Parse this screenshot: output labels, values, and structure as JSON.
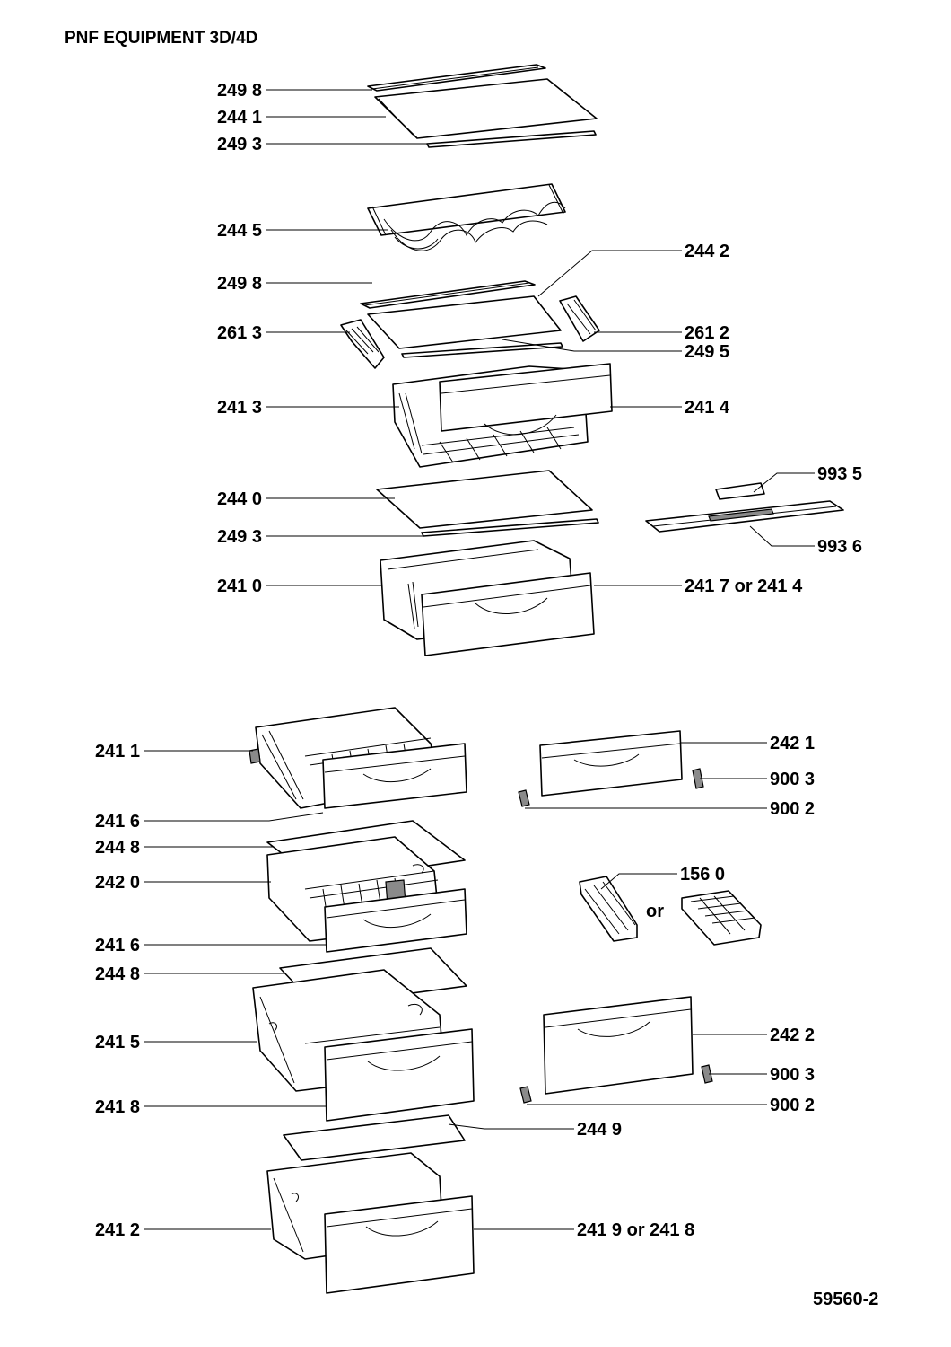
{
  "page": {
    "title": "PNF EQUIPMENT 3D/4D",
    "document_number": "59560-2",
    "or_text": "or"
  },
  "labels": [
    {
      "id": "l-2498a",
      "text": "249 8"
    },
    {
      "id": "l-2441",
      "text": "244 1"
    },
    {
      "id": "l-2493a",
      "text": "249 3"
    },
    {
      "id": "l-2445",
      "text": "244 5"
    },
    {
      "id": "l-2498b",
      "text": "249 8"
    },
    {
      "id": "l-2442",
      "text": "244 2"
    },
    {
      "id": "l-2613",
      "text": "261 3"
    },
    {
      "id": "l-2612",
      "text": "261 2"
    },
    {
      "id": "l-2495",
      "text": "249 5"
    },
    {
      "id": "l-2413",
      "text": "241 3"
    },
    {
      "id": "l-2414",
      "text": "241 4"
    },
    {
      "id": "l-2440",
      "text": "244 0"
    },
    {
      "id": "l-9935",
      "text": "993 5"
    },
    {
      "id": "l-2493b",
      "text": "249 3"
    },
    {
      "id": "l-9936",
      "text": "993 6"
    },
    {
      "id": "l-2410",
      "text": "241 0"
    },
    {
      "id": "l-2417",
      "text": "241 7 or 241 4"
    },
    {
      "id": "l-2411",
      "text": "241 1"
    },
    {
      "id": "l-2421",
      "text": "242 1"
    },
    {
      "id": "l-9003a",
      "text": "900 3"
    },
    {
      "id": "l-9002a",
      "text": "900 2"
    },
    {
      "id": "l-2416a",
      "text": "241 6"
    },
    {
      "id": "l-2448a",
      "text": "244 8"
    },
    {
      "id": "l-2420",
      "text": "242 0"
    },
    {
      "id": "l-1560",
      "text": "156 0"
    },
    {
      "id": "l-2416b",
      "text": "241 6"
    },
    {
      "id": "l-2448b",
      "text": "244 8"
    },
    {
      "id": "l-2415",
      "text": "241 5"
    },
    {
      "id": "l-2422",
      "text": "242 2"
    },
    {
      "id": "l-9003b",
      "text": "900 3"
    },
    {
      "id": "l-9002b",
      "text": "900 2"
    },
    {
      "id": "l-2418",
      "text": "241 8"
    },
    {
      "id": "l-2449",
      "text": "244 9"
    },
    {
      "id": "l-2412",
      "text": "241 2"
    },
    {
      "id": "l-2419",
      "text": "241 9 or 241 8"
    }
  ]
}
